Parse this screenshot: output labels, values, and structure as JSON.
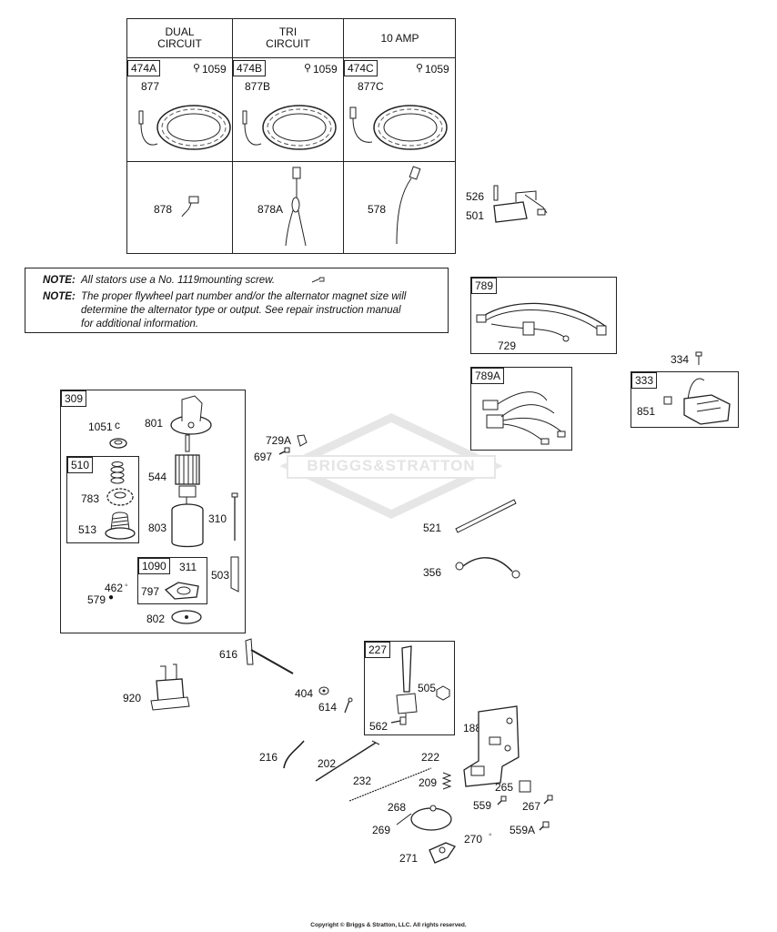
{
  "table": {
    "headers": [
      "DUAL\nCIRCUIT",
      "TRI\nCIRCUIT",
      "10 AMP"
    ],
    "stators": [
      {
        "tag": "474A",
        "screw": "1059",
        "lead": "877",
        "wire": "878"
      },
      {
        "tag": "474B",
        "screw": "1059",
        "lead": "877B",
        "wire": "878A"
      },
      {
        "tag": "474C",
        "screw": "1059",
        "lead": "877C",
        "wire": "578"
      }
    ]
  },
  "notes": {
    "label": "NOTE:",
    "line1": "All stators use a No. 1119mounting screw.",
    "line2a": "The proper flywheel part number and/or the alternator magnet size will",
    "line2b": "determine the alternator type or output. See repair instruction manual",
    "line2c": "for additional information."
  },
  "watermark": "BRIGGS&STRATTON",
  "groups": {
    "g309": "309",
    "g510": "510",
    "g1090": "1090",
    "g789": "789",
    "g789a": "789A",
    "g333": "333",
    "g227": "227"
  },
  "parts": {
    "p526": "526",
    "p501": "501",
    "p729": "729",
    "p334": "334",
    "p851": "851",
    "p1051": "1051",
    "p801": "801",
    "p544": "544",
    "p783": "783",
    "p513": "513",
    "p803": "803",
    "p310": "310",
    "p311": "311",
    "p797": "797",
    "p462": "462",
    "p579": "579",
    "p503": "503",
    "p802": "802",
    "p729a": "729A",
    "p697": "697",
    "p521": "521",
    "p356": "356",
    "p616": "616",
    "p404": "404",
    "p614": "614",
    "p920": "920",
    "p505": "505",
    "p562": "562",
    "p188": "188",
    "p216": "216",
    "p202": "202",
    "p232": "232",
    "p222": "222",
    "p209": "209",
    "p265": "265",
    "p267": "267",
    "p559": "559",
    "p268": "268",
    "p269": "269",
    "p270": "270",
    "p559a": "559A",
    "p271": "271"
  },
  "copyright": "Copyright © Briggs & Stratton, LLC. All rights reserved."
}
